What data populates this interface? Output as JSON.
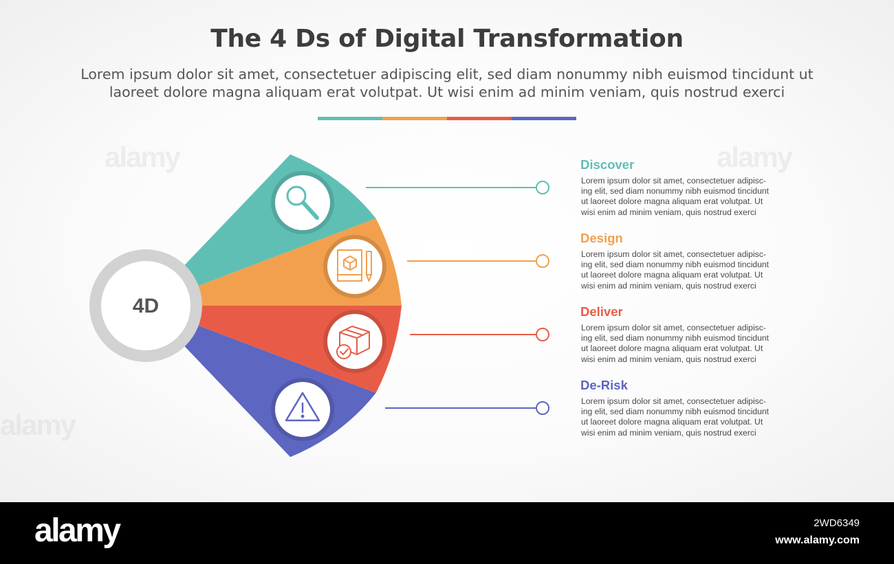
{
  "title": "The 4 Ds of Digital Transformation",
  "subtitle_line1": "Lorem ipsum dolor sit amet, consectetuer adipiscing elit, sed diam nonummy nibh euismod tincidunt ut",
  "subtitle_line2": "laoreet dolore magna aliquam erat volutpat. Ut wisi enim ad minim veniam, quis nostrud exerci",
  "center_label": "4D",
  "colors": {
    "teal": "#5fbfb4",
    "orange": "#f2a04e",
    "red": "#e85c47",
    "purple": "#5d66c0",
    "center_ring": "#d2d2d2"
  },
  "items": [
    {
      "label": "Discover",
      "icon": "magnifier-icon",
      "color": "#5fbfb4",
      "desc": [
        "Lorem ipsum dolor sit amet, consectetuer adipisc-",
        "ing elit, sed diam nonummy nibh euismod tincidunt",
        "ut laoreet dolore magna aliquam erat volutpat. Ut",
        "wisi enim ad minim veniam, quis nostrud exerci"
      ]
    },
    {
      "label": "Design",
      "icon": "blueprint-pencil-icon",
      "color": "#f2a04e",
      "desc": [
        "Lorem ipsum dolor sit amet, consectetuer adipisc-",
        "ing elit, sed diam nonummy nibh euismod tincidunt",
        "ut laoreet dolore magna aliquam erat volutpat. Ut",
        "wisi enim ad minim veniam, quis nostrud exerci"
      ]
    },
    {
      "label": "Deliver",
      "icon": "package-check-icon",
      "color": "#e85c47",
      "desc": [
        "Lorem ipsum dolor sit amet, consectetuer adipisc-",
        "ing elit, sed diam nonummy nibh euismod tincidunt",
        "ut laoreet dolore magna aliquam erat volutpat. Ut",
        "wisi enim ad minim veniam, quis nostrud exerci"
      ]
    },
    {
      "label": "De-Risk",
      "icon": "warning-triangle-icon",
      "color": "#5d66c0",
      "desc": [
        "Lorem ipsum dolor sit amet, consectetuer adipisc-",
        "ing elit, sed diam nonummy nibh euismod tincidunt",
        "ut laoreet dolore magna aliquam erat volutpat. Ut",
        "wisi enim ad minim veniam, quis nostrud exerci"
      ]
    }
  ],
  "footer": {
    "logo": "alamy",
    "image_id": "2WD6349",
    "url": "www.alamy.com"
  },
  "watermark": "alamy"
}
